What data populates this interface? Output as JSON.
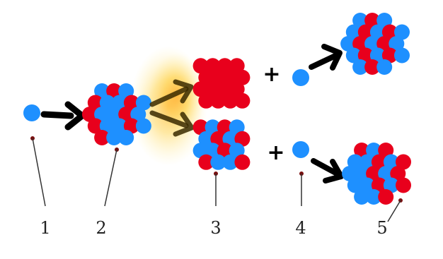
{
  "diagram": {
    "title": "",
    "labels": [
      "1",
      "2",
      "3",
      "4",
      "5"
    ],
    "plus_signs": [
      "+",
      "+"
    ],
    "colors": {
      "neutron": "#1e90ff",
      "proton": "#e8001c",
      "arrow": "#000000",
      "fragment_arrow": "#3a2a00",
      "energy_glow": "#ffcc33",
      "leader_line": "#333333",
      "leader_dot": "#7a1010"
    },
    "components": [
      {
        "id": "1",
        "kind": "neutron"
      },
      {
        "id": "2",
        "kind": "heavy-nucleus"
      },
      {
        "id": "3",
        "kind": "fission-fragments"
      },
      {
        "id": "4",
        "kind": "released-neutrons"
      },
      {
        "id": "5",
        "kind": "new-nuclei-struck"
      }
    ]
  }
}
